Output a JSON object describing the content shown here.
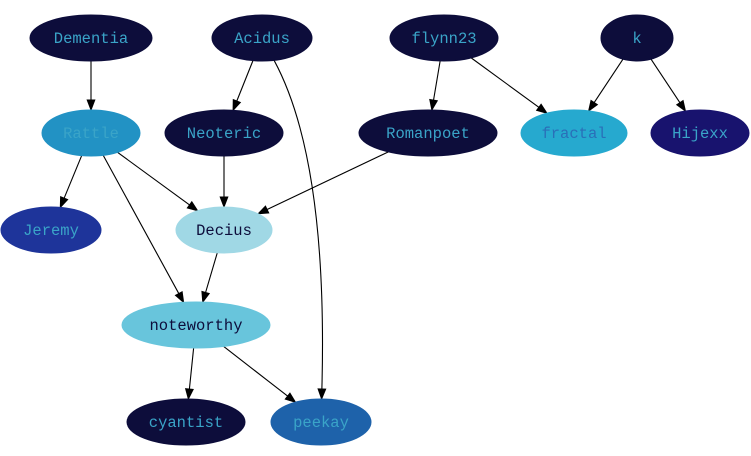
{
  "nodes": [
    {
      "id": "dementia",
      "label": "Dementia",
      "fill": "#0d0d3b",
      "text_color": "#3aa4c8"
    },
    {
      "id": "acidus",
      "label": "Acidus",
      "fill": "#0d0d3b",
      "text_color": "#3aa4c8"
    },
    {
      "id": "flynn23",
      "label": "flynn23",
      "fill": "#0d0d3b",
      "text_color": "#3aa4c8"
    },
    {
      "id": "k",
      "label": "k",
      "fill": "#0d0d3b",
      "text_color": "#3aa4c8"
    },
    {
      "id": "rattle",
      "label": "Rattle",
      "fill": "#2292c4",
      "text_color": "#3aa4c8"
    },
    {
      "id": "neoteric",
      "label": "Neoteric",
      "fill": "#0d0d3b",
      "text_color": "#3aa4c8"
    },
    {
      "id": "romanpoet",
      "label": "Romanpoet",
      "fill": "#0d0d3b",
      "text_color": "#3aa4c8"
    },
    {
      "id": "fractal",
      "label": "fractal",
      "fill": "#26a9cf",
      "text_color": "#2a6fb8"
    },
    {
      "id": "hijexx",
      "label": "Hijexx",
      "fill": "#18136e",
      "text_color": "#3aa4c8"
    },
    {
      "id": "jeremy",
      "label": "Jeremy",
      "fill": "#1e349a",
      "text_color": "#3aa4c8"
    },
    {
      "id": "decius",
      "label": "Decius",
      "fill": "#a0d8e5",
      "text_color": "#0d0d3b"
    },
    {
      "id": "noteworthy",
      "label": "noteworthy",
      "fill": "#68c5dc",
      "text_color": "#0d0d3b"
    },
    {
      "id": "cyantist",
      "label": "cyantist",
      "fill": "#0d0d3b",
      "text_color": "#3aa4c8"
    },
    {
      "id": "peekay",
      "label": "peekay",
      "fill": "#1e62aa",
      "text_color": "#3aa4c8"
    }
  ],
  "edges": [
    {
      "from": "dementia",
      "to": "rattle"
    },
    {
      "from": "acidus",
      "to": "neoteric"
    },
    {
      "from": "acidus",
      "to": "peekay"
    },
    {
      "from": "flynn23",
      "to": "romanpoet"
    },
    {
      "from": "flynn23",
      "to": "fractal"
    },
    {
      "from": "k",
      "to": "fractal"
    },
    {
      "from": "k",
      "to": "hijexx"
    },
    {
      "from": "rattle",
      "to": "jeremy"
    },
    {
      "from": "rattle",
      "to": "decius"
    },
    {
      "from": "rattle",
      "to": "noteworthy"
    },
    {
      "from": "neoteric",
      "to": "decius"
    },
    {
      "from": "romanpoet",
      "to": "decius"
    },
    {
      "from": "decius",
      "to": "noteworthy"
    },
    {
      "from": "noteworthy",
      "to": "cyantist"
    },
    {
      "from": "noteworthy",
      "to": "peekay"
    }
  ]
}
